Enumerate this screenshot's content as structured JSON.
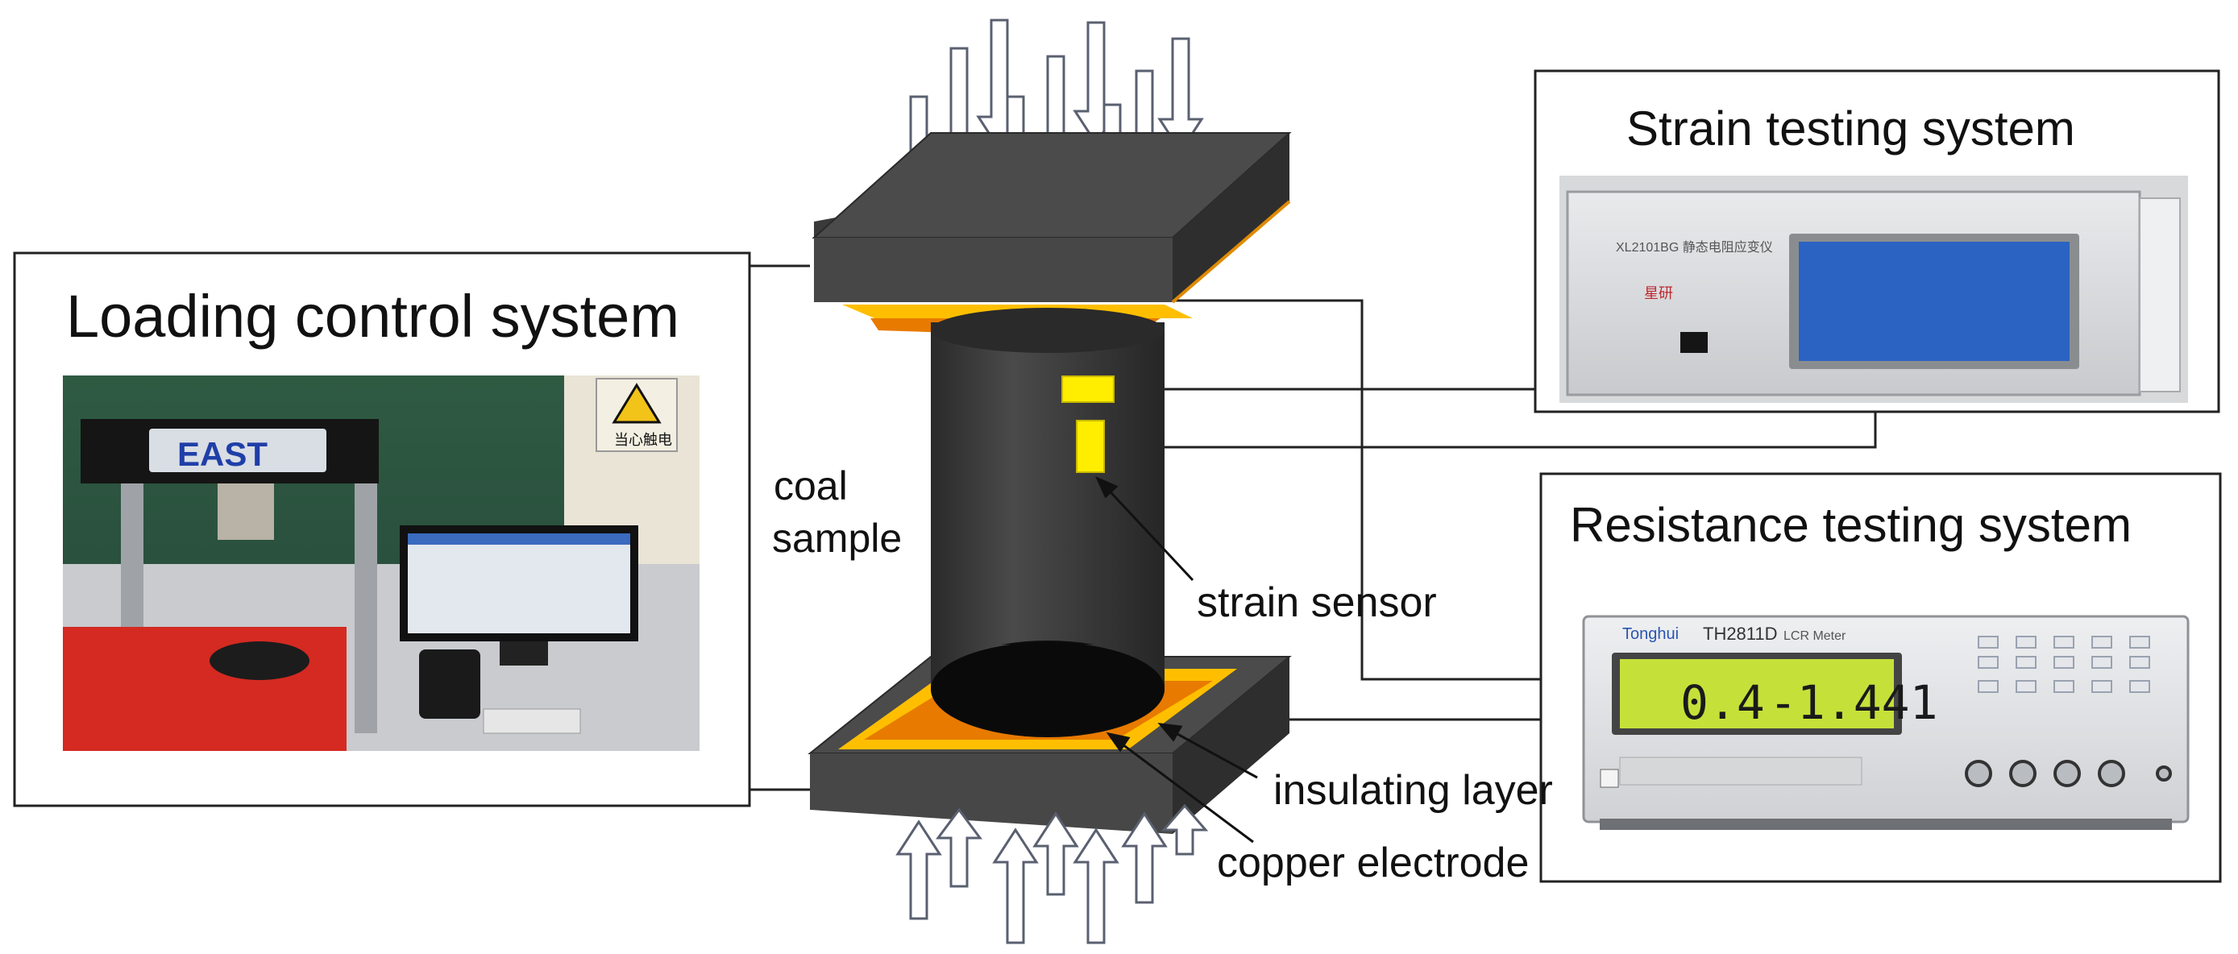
{
  "panels": {
    "loading": {
      "title": "Loading control system",
      "brand": "EAST",
      "sign_text": "当心触电"
    },
    "strain": {
      "title": "Strain testing system",
      "device_label": "XL2101BG 静态电阻应变仪",
      "brand": "星研"
    },
    "resistance": {
      "title": "Resistance testing system",
      "model": "TH2811D",
      "subtitle": "LCR Meter",
      "display_left": "0.4",
      "display_right": "-1.441"
    }
  },
  "labels": {
    "coal_sample": "coal\nsample",
    "coal_sample_line1": "coal",
    "coal_sample_line2": "sample",
    "strain_sensor": "strain sensor",
    "insulating_layer": "insulating layer",
    "copper_electrode": "copper electrode"
  },
  "colors": {
    "platen": "#4a4a4a",
    "platen_top": "#2f2f2f",
    "copper": "#e87a00",
    "insulator": "#ffbf00",
    "sensor": "#ffee00",
    "sample": "#3d3d3d",
    "lcd": "#c6e03a"
  }
}
